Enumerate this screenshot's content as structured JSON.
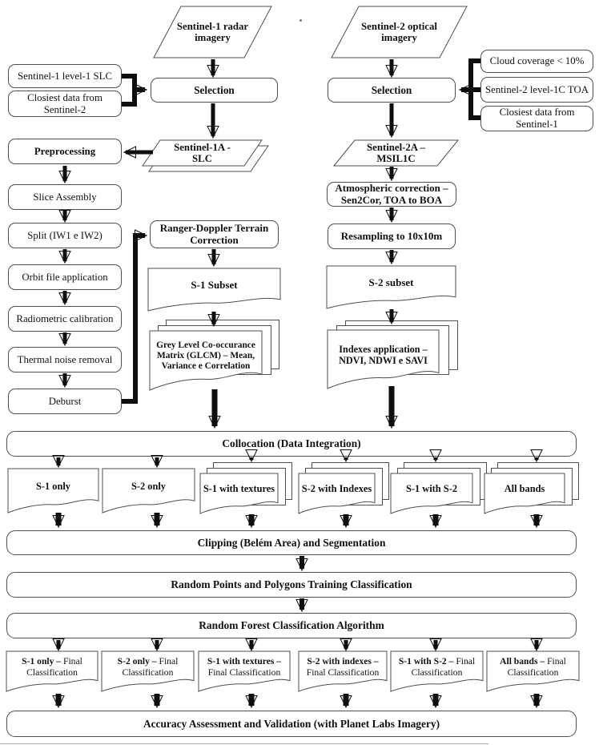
{
  "colors": {
    "border": "#4f4f4f",
    "arrow": "#0e0e0e",
    "background": "#ffffff",
    "ink": "#111111"
  },
  "s1": {
    "source": "Sentinel-1 radar imagery",
    "criteria": [
      "Sentinel-1 level-1 SLC",
      "Closiest data from Sentinel-2"
    ],
    "selection": "Selection",
    "product": "Sentinel-1A - SLC",
    "preprocessing": "Preprocessing",
    "steps": [
      "Slice Assembly",
      "Split (IW1 e IW2)",
      "Orbit file application",
      "Radiometric calibration",
      "Thermal noise removal",
      "Deburst"
    ],
    "terrain_correction": "Ranger-Doppler Terrain Correction",
    "subset": "S-1 Subset",
    "glcm": "Grey Level Co-occurance Matrix (GLCM) – Mean, Variance e Correlation"
  },
  "s2": {
    "source": "Sentinel-2 optical imagery",
    "criteria": [
      "Cloud coverage < 10%",
      "Sentinel-2 level-1C TOA",
      "Closiest data from Sentinel-1"
    ],
    "selection": "Selection",
    "product": "Sentinel-2A – MSIL1C",
    "atmospheric_correction": "Atmospheric correction – Sen2Cor, TOA to BOA",
    "resampling": "Resampling to 10x10m",
    "subset": "S-2 subset",
    "indexes": "Indexes application – NDVI, NDWI e SAVI"
  },
  "integration": {
    "collocation": "Collocation (Data Integration)",
    "combinations": [
      "S-1 only",
      "S-2 only",
      "S-1 with textures",
      "S-2 with Indexes",
      "S-1 with S-2",
      "All bands"
    ],
    "clipping": "Clipping (Belém Area) and Segmentation",
    "training": "Random Points and Polygons Training Classification",
    "classifier": "Random Forest Classification Algorithm",
    "final": [
      {
        "bold": "S-1 only –",
        "rest": "Final Classification"
      },
      {
        "bold": "S-2 only –",
        "rest": "Final Classification"
      },
      {
        "bold": "S-1 with textures –",
        "rest": "Final Classification"
      },
      {
        "bold": "S-2 with indexes –",
        "rest": "Final Classification"
      },
      {
        "bold": "S-1 with S-2 –",
        "rest": "Final Classification"
      },
      {
        "bold": "All bands –",
        "rest": "Final Classification"
      }
    ],
    "accuracy": "Accuracy Assessment and Validation (with Planet Labs Imagery)"
  }
}
